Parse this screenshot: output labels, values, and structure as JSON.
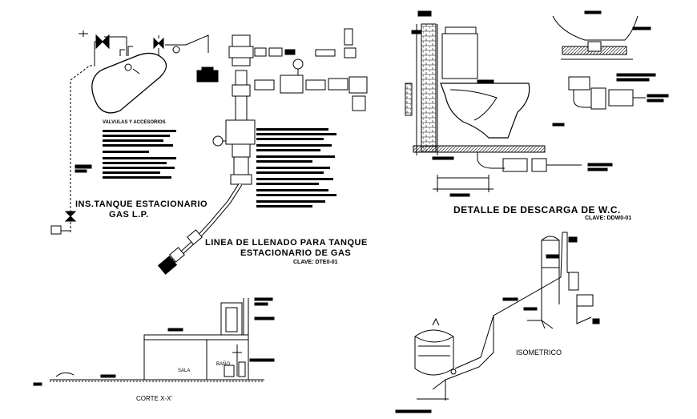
{
  "gas_tank_detail": {
    "title_line1": "INS.TANQUE ESTACIONARIO",
    "title_line2": "GAS L.P.",
    "notes_heading": "VALVULAS Y ACCESORIOS"
  },
  "fill_line_detail": {
    "title_line1": "LINEA DE LLENADO PARA TANQUE",
    "title_line2": "ESTACIONARIO DE GAS",
    "key": "CLAVE: DTE0-01"
  },
  "wc_detail": {
    "title": "DETALLE DE DESCARGA DE W.C.",
    "key": "CLAVE: DDW0-01"
  },
  "section": {
    "caption": "CORTE X-X'",
    "room_sala": "SALA",
    "room_bano": "BAÑO"
  },
  "isometric": {
    "caption": "ISOMETRICO"
  },
  "colors": {
    "ink": "#000000",
    "background": "#ffffff"
  }
}
